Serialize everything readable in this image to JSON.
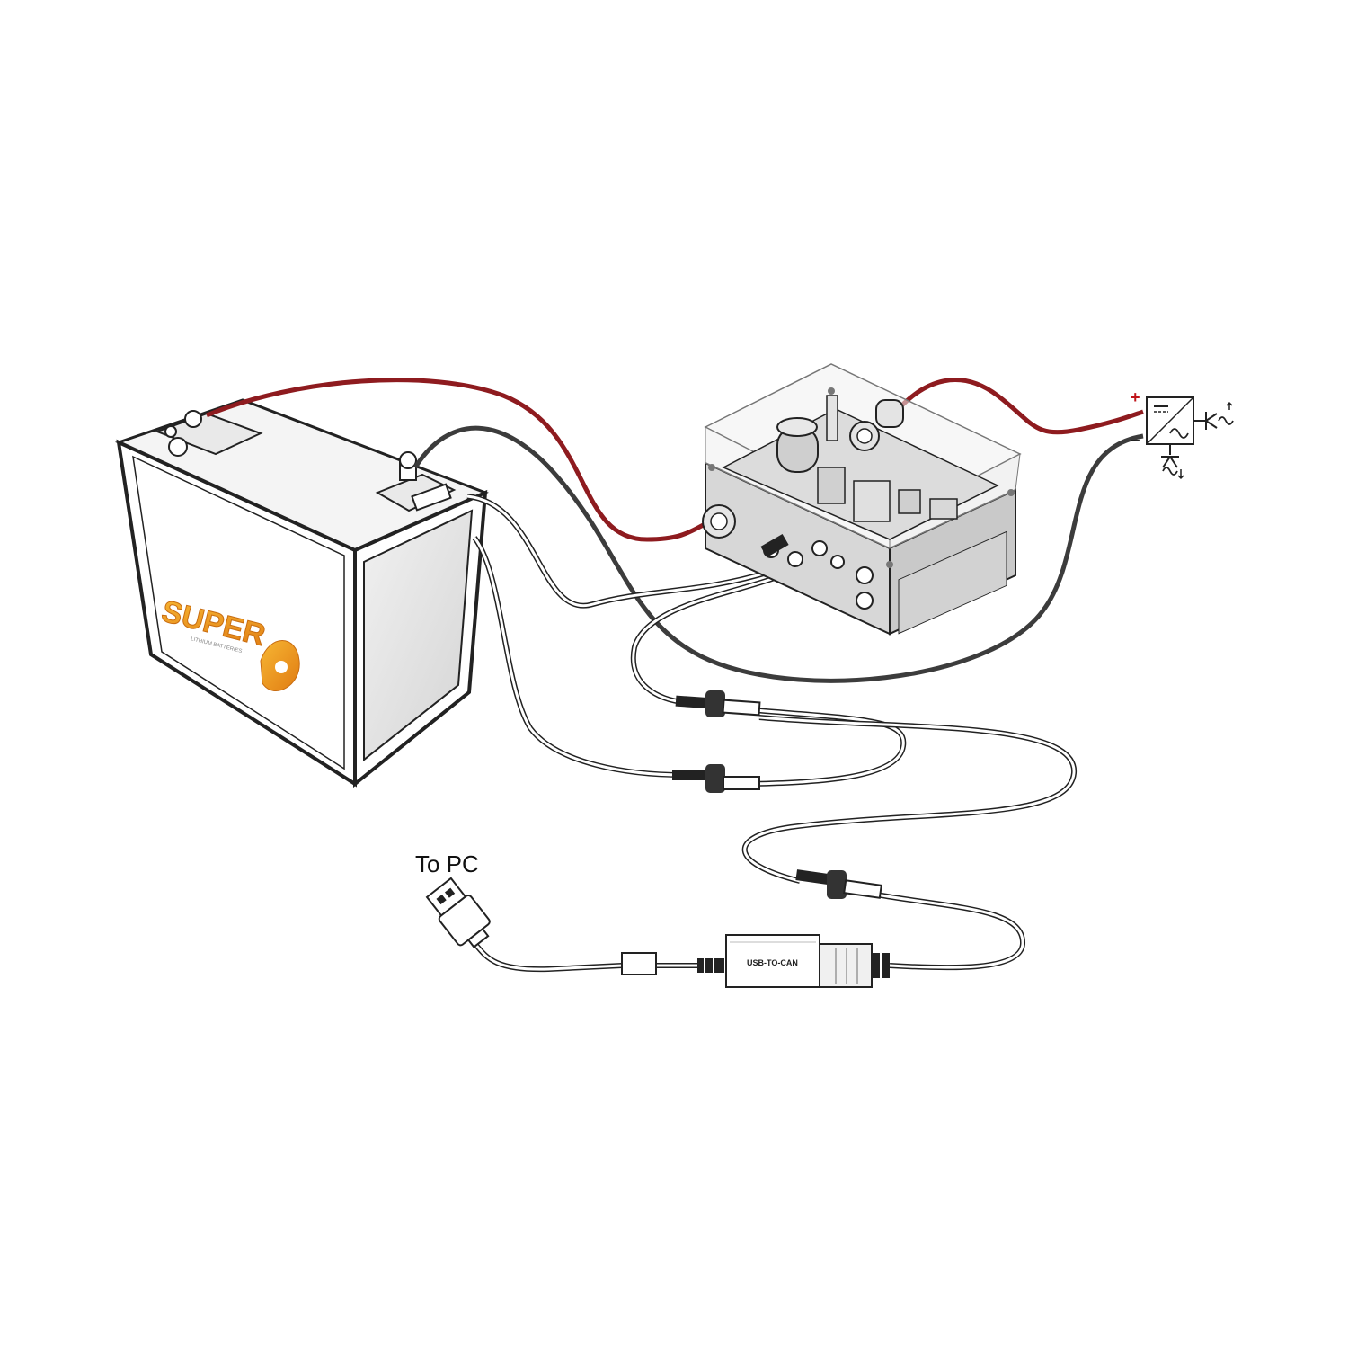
{
  "labels": {
    "to_pc": "To PC",
    "usb_to_can": "USB-TO-CAN",
    "plus_sign": "+",
    "minus_sign": "−"
  },
  "logo": {
    "brand": "SUPER B",
    "tagline": "LITHIUM BATTERIES",
    "colors": [
      "#f4a521",
      "#e07b12"
    ]
  },
  "colors": {
    "positive_cable": "#8e1b1f",
    "negative_cable": "#3c3c3c",
    "data_cable": "#bdbdbd",
    "outline": "#222222",
    "enclosure": "#d7d7d7"
  },
  "icons": [
    "usb-plug-icon",
    "power-supply-icon",
    "ac-input-icon",
    "ac-output-icon"
  ]
}
